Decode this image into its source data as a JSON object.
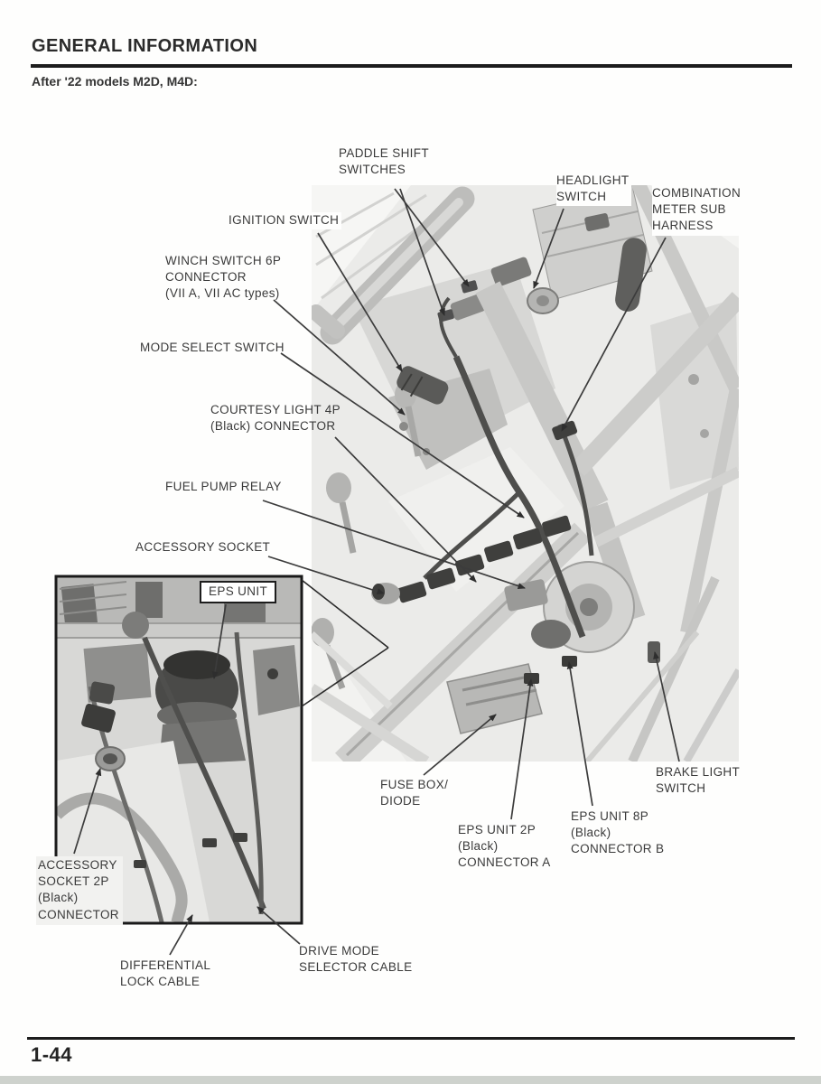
{
  "page": {
    "header_title": "GENERAL INFORMATION",
    "subtitle": "After '22 models M2D, M4D:",
    "page_number": "1-44"
  },
  "colors": {
    "text": "#3a3a3a",
    "leader_line": "#3c3c3c",
    "rule": "#1d1d1d",
    "photo_light": "#ebebe9",
    "photo_mid": "#c6c6c4",
    "photo_dark": "#4a4a48",
    "scan_edge_band": "#ced2cd"
  },
  "diagram": {
    "callouts": [
      {
        "id": "paddle-shift-switches",
        "text": "PADDLE SHIFT\nSWITCHES"
      },
      {
        "id": "headlight-switch",
        "text": "HEADLIGHT\nSWITCH"
      },
      {
        "id": "combination-meter-sub-harness",
        "text": "COMBINATION\nMETER SUB\nHARNESS"
      },
      {
        "id": "ignition-switch",
        "text": "IGNITION SWITCH"
      },
      {
        "id": "winch-switch-6p-connector",
        "text": "WINCH SWITCH 6P\nCONNECTOR\n(VII A, VII AC types)"
      },
      {
        "id": "mode-select-switch",
        "text": "MODE SELECT SWITCH"
      },
      {
        "id": "courtesy-light-4p-connector",
        "text": "COURTESY LIGHT 4P\n(Black) CONNECTOR"
      },
      {
        "id": "fuel-pump-relay",
        "text": "FUEL PUMP RELAY"
      },
      {
        "id": "accessory-socket",
        "text": "ACCESSORY SOCKET"
      },
      {
        "id": "eps-unit",
        "text": "EPS UNIT"
      },
      {
        "id": "fuse-box-diode",
        "text": "FUSE BOX/\nDIODE"
      },
      {
        "id": "eps-unit-2p-connector-a",
        "text": "EPS UNIT 2P\n(Black)\nCONNECTOR A"
      },
      {
        "id": "eps-unit-8p-connector-b",
        "text": "EPS UNIT 8P\n(Black)\nCONNECTOR B"
      },
      {
        "id": "brake-light-switch",
        "text": "BRAKE LIGHT\nSWITCH"
      },
      {
        "id": "accessory-socket-2p-connector",
        "text": "ACCESSORY\nSOCKET 2P\n(Black)\nCONNECTOR"
      },
      {
        "id": "differential-lock-cable",
        "text": "DIFFERENTIAL\nLOCK CABLE"
      },
      {
        "id": "drive-mode-selector-cable",
        "text": "DRIVE MODE\nSELECTOR CABLE"
      }
    ]
  }
}
